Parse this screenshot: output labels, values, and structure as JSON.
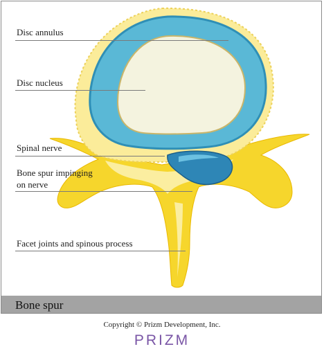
{
  "labels": {
    "disc_annulus": "Disc annulus",
    "disc_nucleus": "Disc nucleus",
    "spinal_nerve": "Spinal nerve",
    "bone_spur_line1": "Bone spur impinging",
    "bone_spur_line2": "on nerve",
    "facet": "Facet joints and spinous process"
  },
  "caption": "Bone spur",
  "copyright": "Copyright © Prizm Development, Inc.",
  "logo_text": "PRIZM",
  "colors": {
    "annulus": "#5ab8d6",
    "nucleus": "#f4f3df",
    "bone": "#f6d62c",
    "bone_light": "#fbeea0",
    "nerve": "#2e86b6",
    "caption_bar": "#a3a3a3",
    "logo": "#7a56a6"
  }
}
